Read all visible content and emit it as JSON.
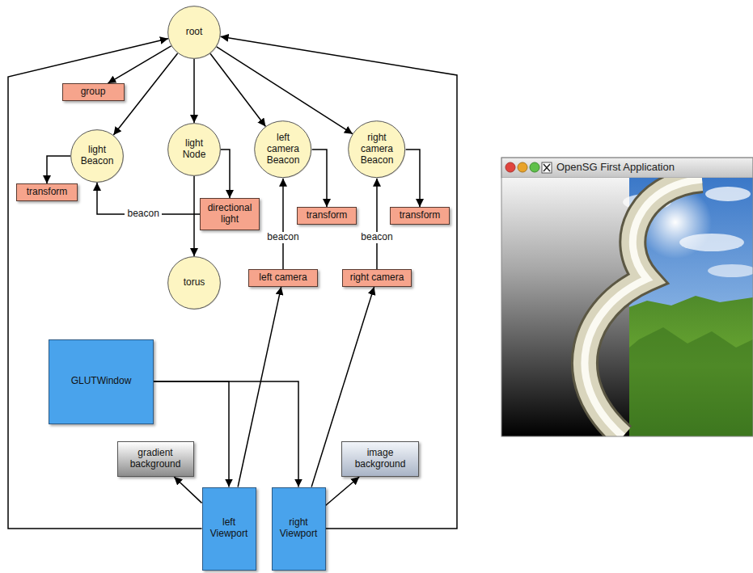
{
  "diagram": {
    "nodes": [
      {
        "text": [
          "root"
        ]
      },
      {
        "text": [
          "group"
        ]
      },
      {
        "text": [
          "light Beacon"
        ]
      },
      {
        "text": [
          "light Node"
        ]
      },
      {
        "text": [
          "left camera Beacon"
        ]
      },
      {
        "text": [
          "right camera Beacon"
        ]
      },
      {
        "text": [
          "transform"
        ]
      },
      {
        "text": [
          "directional light"
        ]
      },
      {
        "text": [
          "transform"
        ]
      },
      {
        "text": [
          "transform"
        ]
      },
      {
        "text": [
          "torus"
        ]
      },
      {
        "text": [
          "left camera"
        ]
      },
      {
        "text": [
          "right camera"
        ]
      },
      {
        "text": [
          "GLUTWindow"
        ]
      },
      {
        "text": [
          "gradient background"
        ]
      },
      {
        "text": [
          "image background"
        ]
      },
      {
        "text": [
          "left Viewport"
        ]
      },
      {
        "text": [
          "right Viewport"
        ]
      }
    ],
    "edges": [
      {
        "from": 0,
        "to": 1,
        "arrow": "to"
      },
      {
        "from": 0,
        "to": 2,
        "arrow": "to"
      },
      {
        "from": 0,
        "to": 3,
        "arrow": "to"
      },
      {
        "from": 0,
        "to": 4,
        "arrow": "to"
      },
      {
        "from": 0,
        "to": 5,
        "arrow": "to"
      },
      {
        "from": 2,
        "to": 6,
        "arrow": "to"
      },
      {
        "from": 3,
        "to": 7,
        "arrow": "to"
      },
      {
        "from": 3,
        "to": 10,
        "arrow": "to"
      },
      {
        "from": 4,
        "to": 8,
        "arrow": "to"
      },
      {
        "from": 5,
        "to": 9,
        "arrow": "to"
      },
      {
        "from": 7,
        "to": 2,
        "label": "beacon",
        "arrow": "to"
      },
      {
        "from": 11,
        "to": 4,
        "label": "beacon",
        "arrow": "to"
      },
      {
        "from": 12,
        "to": 5,
        "label": "beacon",
        "arrow": "to"
      },
      {
        "from": 13,
        "to": 16,
        "arrow": "to"
      },
      {
        "from": 13,
        "to": 17,
        "arrow": "to"
      },
      {
        "from": 16,
        "to": 14,
        "arrow": "to"
      },
      {
        "from": 17,
        "to": 15,
        "arrow": "to"
      },
      {
        "from": 16,
        "to": 11,
        "arrow": "to"
      },
      {
        "from": 17,
        "to": 12,
        "arrow": "to"
      },
      {
        "from": 16,
        "to": 0,
        "arrow": "to"
      },
      {
        "from": 17,
        "to": 0,
        "arrow": "to"
      }
    ],
    "labels": [
      "OpenSG First Application"
    ]
  }
}
